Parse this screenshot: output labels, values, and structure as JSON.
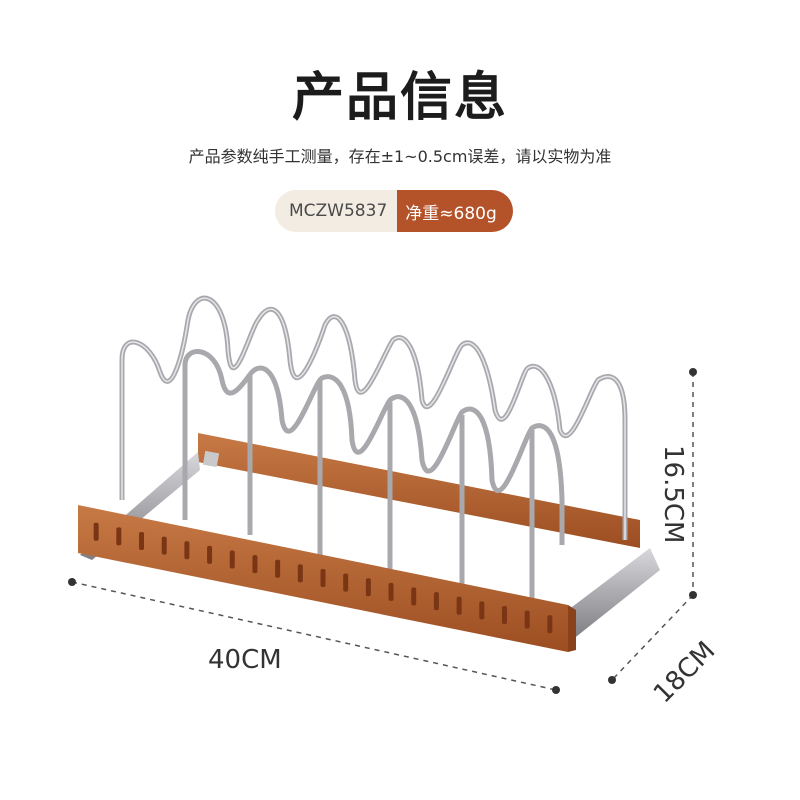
{
  "title": "产品信息",
  "subtitle": "产品参数纯手工测量，存在±1~0.5cm误差，请以实物为准",
  "badge": {
    "model": "MCZW5837",
    "weight": "净重≈680g"
  },
  "dimensions": {
    "width": "40CM",
    "height": "16.5CM",
    "depth": "18CM"
  },
  "colors": {
    "wood": "#b8622f",
    "accent": "#b4522a",
    "steel": "#a9a9ad"
  }
}
